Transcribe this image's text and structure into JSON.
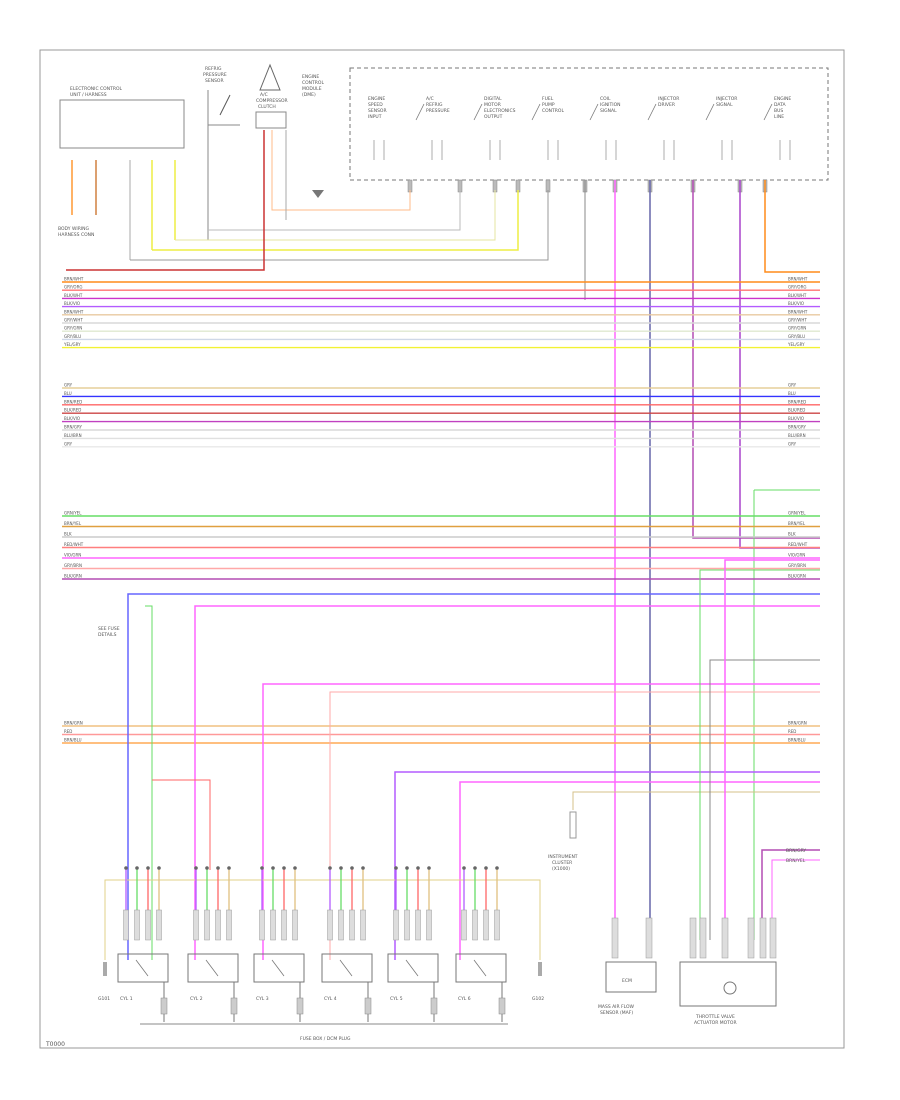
{
  "page_label": "T0000",
  "bottom_label": "FUSE BOX / DCM PLUG",
  "top_left_box": [
    "ELECTRONIC CONTROL",
    "UNIT / HARNESS"
  ],
  "top_left_caption": [
    "BODY WIRING",
    "HARNESS CONN"
  ],
  "sensor_pressure": [
    "REFRIG",
    "PRESSURE",
    "SENSOR"
  ],
  "sensor_ac": [
    "A/C",
    "COMPRESSOR",
    "CLUTCH"
  ],
  "dme_module": [
    "ENGINE",
    "CONTROL",
    "MODULE",
    "(DME)"
  ],
  "module_sections": [
    {
      "lines": [
        "ENGINE",
        "SPEED",
        "SENSOR",
        "INPUT"
      ]
    },
    {
      "lines": [
        "A/C",
        "REFRIG",
        "PRESSURE"
      ]
    },
    {
      "lines": [
        "DIGITAL",
        "MOTOR",
        "ELECTRONICS",
        "OUTPUT"
      ]
    },
    {
      "lines": [
        "FUEL",
        "PUMP",
        "CONTROL"
      ]
    },
    {
      "lines": [
        "COIL",
        "IGNITION",
        "SIGNAL"
      ]
    },
    {
      "lines": [
        "INJECTOR",
        "DRIVER"
      ]
    },
    {
      "lines": [
        "INJECTOR",
        "SIGNAL"
      ]
    },
    {
      "lines": [
        "ENGINE",
        "DATA",
        "BUS",
        "LINE"
      ]
    }
  ],
  "bus_group1": [
    {
      "label": "BRN/WHT",
      "color": "#ff8c1a"
    },
    {
      "label": "GRY/ORG",
      "color": "#ff7373"
    },
    {
      "label": "BLK/WHT",
      "color": "#cc33cc"
    },
    {
      "label": "BLK/VIO",
      "color": "#b35cff"
    },
    {
      "label": "BRN/WHT",
      "color": "#e8c9a0"
    },
    {
      "label": "GRY/WHT",
      "color": "#d9d9d9"
    },
    {
      "label": "GRY/GRN",
      "color": "#dfe8d0"
    },
    {
      "label": "GRY/BLU",
      "color": "#cfd8e8"
    },
    {
      "label": "YEL/GRY",
      "color": "#f2f233"
    }
  ],
  "bus_group2": [
    {
      "label": "GRY",
      "color": "#e5cf9a"
    },
    {
      "label": "BLU",
      "color": "#3333ff"
    },
    {
      "label": "BRN/RED",
      "color": "#ff6666"
    },
    {
      "label": "BLK/RED",
      "color": "#cc4444"
    },
    {
      "label": "BLK/VIO",
      "color": "#c040c0"
    },
    {
      "label": "BRN/GRY",
      "color": "#d9d9d9"
    },
    {
      "label": "BLU/BRN",
      "color": "#e0e0e0"
    },
    {
      "label": "GRY",
      "color": "#e8e8e8"
    }
  ],
  "bus_group3": [
    {
      "label": "GRN/YEL",
      "color": "#66dd66"
    },
    {
      "label": "BRN/YEL",
      "color": "#e0a040"
    },
    {
      "label": "BLK",
      "color": "#cccccc"
    },
    {
      "label": "RED/WHT",
      "color": "#ff7f7f"
    },
    {
      "label": "VIO/GRN",
      "color": "#ff66ff"
    },
    {
      "label": "GRY/BRN",
      "color": "#ffa8a8"
    },
    {
      "label": "BLK/GRN",
      "color": "#b34db3"
    }
  ],
  "bus_group4": [
    {
      "label": "BRN/GRN",
      "color": "#f0c080"
    },
    {
      "label": "RED",
      "color": "#ff9999"
    },
    {
      "label": "BRN/BLU",
      "color": "#ffaa55"
    }
  ],
  "coil_labels": [
    "CYL 1",
    "CYL 2",
    "CYL 3",
    "CYL 4",
    "CYL 5",
    "CYL 6"
  ],
  "coil_ground_left": "G101",
  "coil_ground_right": "G102",
  "ecu_box_label": "ECM",
  "ecu_caption": [
    "MASS AIR FLOW",
    "SENSOR (MAF)"
  ],
  "right_box_caption": [
    "THROTTLE VALVE",
    "ACTUATOR MOTOR"
  ],
  "mid_label": [
    "INSTRUMENT",
    "CLUSTER",
    "(X1000)"
  ],
  "left_note": [
    "SEE FUSE",
    "DETAILS"
  ],
  "right_end_labels": [
    "BRN/GRY",
    "BRN/YEL"
  ]
}
